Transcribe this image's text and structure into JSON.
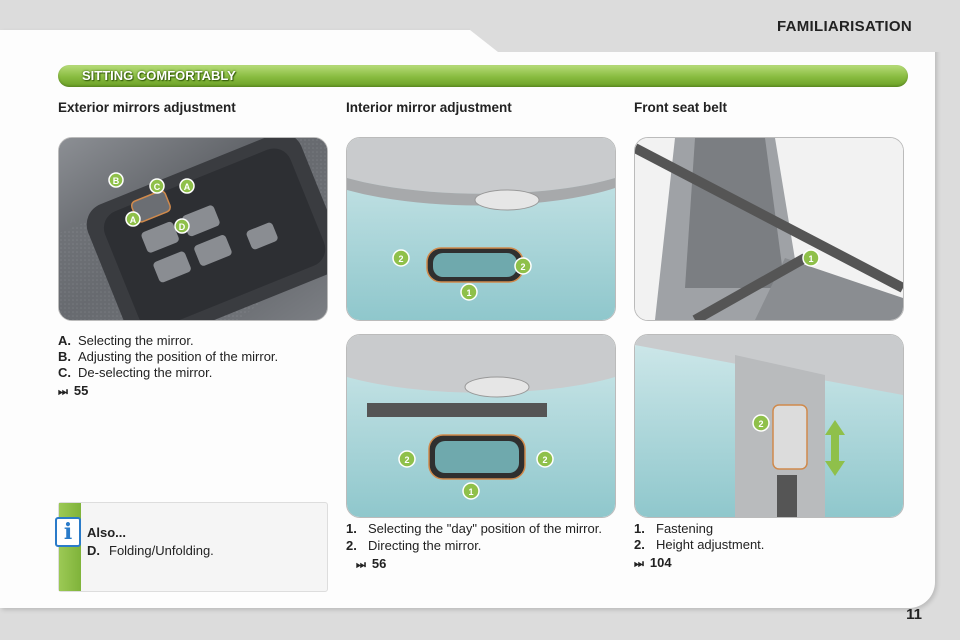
{
  "header": {
    "title": "FAMILIARISATION"
  },
  "section_bar": {
    "label": "SITTING COMFORTABLY"
  },
  "columns": [
    {
      "title": "Exterior mirrors adjustment"
    },
    {
      "title": "Interior mirror adjustment"
    },
    {
      "title": "Front seat belt"
    }
  ],
  "exterior": {
    "items": [
      {
        "key": "A.",
        "text": "Selecting the mirror."
      },
      {
        "key": "B.",
        "text": "Adjusting the position of the mirror."
      },
      {
        "key": "C.",
        "text": "De-selecting the mirror."
      }
    ],
    "ref": "55",
    "callouts": [
      "B",
      "C",
      "A",
      "A",
      "D"
    ]
  },
  "interior": {
    "items": [
      {
        "key": "1.",
        "text": "Selecting the \"day\" position of the mirror."
      },
      {
        "key": "2.",
        "text": "Directing the mirror."
      }
    ],
    "ref": "56",
    "callouts": [
      "2",
      "2",
      "1",
      "2",
      "2",
      "1"
    ]
  },
  "seatbelt": {
    "items": [
      {
        "key": "1.",
        "text": "Fastening"
      },
      {
        "key": "2.",
        "text": "Height adjustment."
      }
    ],
    "ref": "104",
    "callouts": [
      "1",
      "2"
    ]
  },
  "info": {
    "icon": "info-icon",
    "title": "Also...",
    "key": "D.",
    "text": "Folding/Unfolding."
  },
  "page_number": "11",
  "colors": {
    "accent_green": "#88bb3f",
    "info_blue": "#2a7bc9",
    "callout_green": "#8fc04a"
  }
}
